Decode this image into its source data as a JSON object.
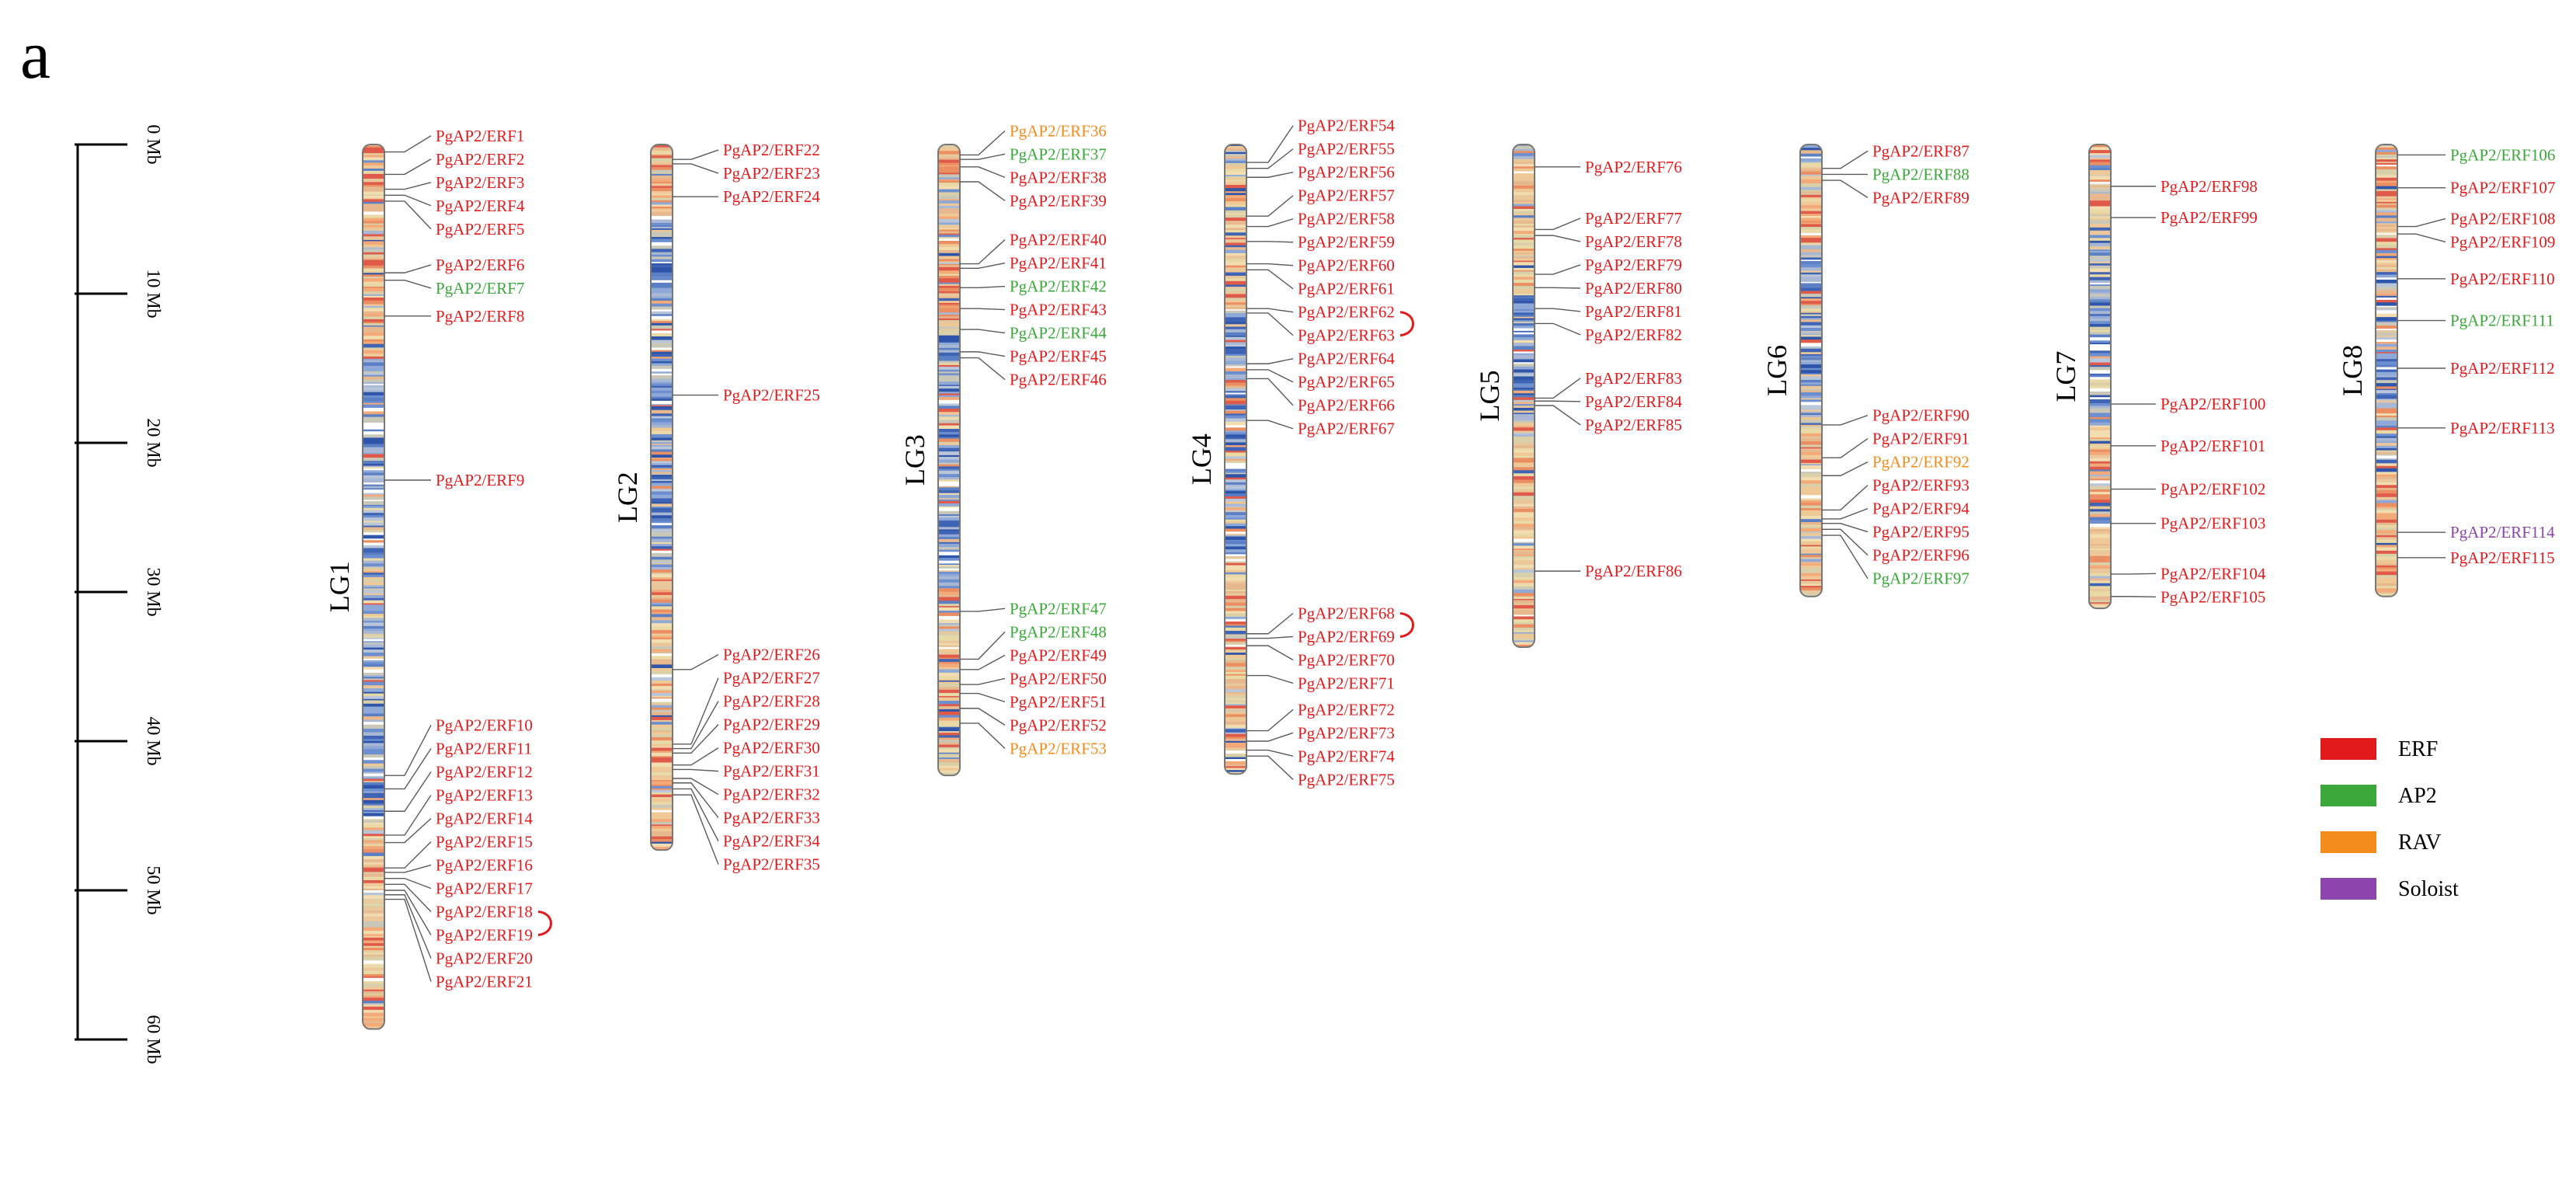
{
  "panel_label": "a",
  "scale": {
    "ticks": [
      "0 Mb",
      "10 Mb",
      "20 Mb",
      "30 Mb",
      "40 Mb",
      "50 Mb",
      "60 Mb"
    ],
    "max_mb": 60
  },
  "colors": {
    "ERF": "#e31a1c",
    "AP2": "#3aa83a",
    "RAV": "#f28c1c",
    "Soloist": "#8e44ad",
    "link": "#e31a1c"
  },
  "legend": [
    {
      "key": "ERF",
      "label": "ERF"
    },
    {
      "key": "AP2",
      "label": "AP2"
    },
    {
      "key": "RAV",
      "label": "RAV"
    },
    {
      "key": "Soloist",
      "label": "Soloist"
    }
  ],
  "chromosomes": [
    {
      "name": "LG1",
      "length_mb": 59.3,
      "seed": 11,
      "dense_start": 0.24,
      "dense_end": 0.76,
      "genes": [
        {
          "id": "PgAP2/ERF1",
          "pos_mb": 0.5,
          "type": "ERF"
        },
        {
          "id": "PgAP2/ERF2",
          "pos_mb": 2.0,
          "type": "ERF"
        },
        {
          "id": "PgAP2/ERF3",
          "pos_mb": 3.0,
          "type": "ERF"
        },
        {
          "id": "PgAP2/ERF4",
          "pos_mb": 3.4,
          "type": "ERF"
        },
        {
          "id": "PgAP2/ERF5",
          "pos_mb": 3.8,
          "type": "ERF"
        },
        {
          "id": "PgAP2/ERF6",
          "pos_mb": 8.6,
          "type": "ERF"
        },
        {
          "id": "PgAP2/ERF7",
          "pos_mb": 9.1,
          "type": "AP2"
        },
        {
          "id": "PgAP2/ERF8",
          "pos_mb": 11.5,
          "type": "ERF"
        },
        {
          "id": "PgAP2/ERF9",
          "pos_mb": 22.5,
          "type": "ERF"
        },
        {
          "id": "PgAP2/ERF10",
          "pos_mb": 42.3,
          "type": "ERF"
        },
        {
          "id": "PgAP2/ERF11",
          "pos_mb": 43.2,
          "type": "ERF"
        },
        {
          "id": "PgAP2/ERF12",
          "pos_mb": 44.7,
          "type": "ERF"
        },
        {
          "id": "PgAP2/ERF13",
          "pos_mb": 46.3,
          "type": "ERF"
        },
        {
          "id": "PgAP2/ERF14",
          "pos_mb": 46.8,
          "type": "ERF"
        },
        {
          "id": "PgAP2/ERF15",
          "pos_mb": 48.5,
          "type": "ERF"
        },
        {
          "id": "PgAP2/ERF16",
          "pos_mb": 48.8,
          "type": "ERF"
        },
        {
          "id": "PgAP2/ERF17",
          "pos_mb": 49.2,
          "type": "ERF"
        },
        {
          "id": "PgAP2/ERF18",
          "pos_mb": 49.6,
          "type": "ERF"
        },
        {
          "id": "PgAP2/ERF19",
          "pos_mb": 50.0,
          "type": "ERF"
        },
        {
          "id": "PgAP2/ERF20",
          "pos_mb": 50.3,
          "type": "ERF"
        },
        {
          "id": "PgAP2/ERF21",
          "pos_mb": 50.6,
          "type": "ERF"
        }
      ],
      "links": [
        [
          "PgAP2/ERF18",
          "PgAP2/ERF19"
        ]
      ]
    },
    {
      "name": "LG2",
      "length_mb": 47.3,
      "seed": 23,
      "dense_start": 0.1,
      "dense_end": 0.6,
      "genes": [
        {
          "id": "PgAP2/ERF22",
          "pos_mb": 1.0,
          "type": "ERF"
        },
        {
          "id": "PgAP2/ERF23",
          "pos_mb": 1.3,
          "type": "ERF"
        },
        {
          "id": "PgAP2/ERF24",
          "pos_mb": 3.5,
          "type": "ERF"
        },
        {
          "id": "PgAP2/ERF25",
          "pos_mb": 16.8,
          "type": "ERF"
        },
        {
          "id": "PgAP2/ERF26",
          "pos_mb": 35.2,
          "type": "ERF"
        },
        {
          "id": "PgAP2/ERF27",
          "pos_mb": 40.2,
          "type": "ERF"
        },
        {
          "id": "PgAP2/ERF28",
          "pos_mb": 40.5,
          "type": "ERF"
        },
        {
          "id": "PgAP2/ERF29",
          "pos_mb": 40.8,
          "type": "ERF"
        },
        {
          "id": "PgAP2/ERF30",
          "pos_mb": 41.6,
          "type": "ERF"
        },
        {
          "id": "PgAP2/ERF31",
          "pos_mb": 41.9,
          "type": "ERF"
        },
        {
          "id": "PgAP2/ERF32",
          "pos_mb": 42.5,
          "type": "ERF"
        },
        {
          "id": "PgAP2/ERF33",
          "pos_mb": 42.8,
          "type": "ERF"
        },
        {
          "id": "PgAP2/ERF34",
          "pos_mb": 43.2,
          "type": "ERF"
        },
        {
          "id": "PgAP2/ERF35",
          "pos_mb": 43.6,
          "type": "ERF"
        }
      ],
      "links": []
    },
    {
      "name": "LG3",
      "length_mb": 42.3,
      "seed": 37,
      "dense_start": 0.3,
      "dense_end": 0.7,
      "genes": [
        {
          "id": "PgAP2/ERF36",
          "pos_mb": 0.7,
          "type": "RAV"
        },
        {
          "id": "PgAP2/ERF37",
          "pos_mb": 1.0,
          "type": "AP2"
        },
        {
          "id": "PgAP2/ERF38",
          "pos_mb": 1.5,
          "type": "ERF"
        },
        {
          "id": "PgAP2/ERF39",
          "pos_mb": 2.5,
          "type": "ERF"
        },
        {
          "id": "PgAP2/ERF40",
          "pos_mb": 8.0,
          "type": "ERF"
        },
        {
          "id": "PgAP2/ERF41",
          "pos_mb": 8.3,
          "type": "ERF"
        },
        {
          "id": "PgAP2/ERF42",
          "pos_mb": 9.6,
          "type": "AP2"
        },
        {
          "id": "PgAP2/ERF43",
          "pos_mb": 11.0,
          "type": "ERF"
        },
        {
          "id": "PgAP2/ERF44",
          "pos_mb": 12.4,
          "type": "AP2"
        },
        {
          "id": "PgAP2/ERF45",
          "pos_mb": 13.9,
          "type": "ERF"
        },
        {
          "id": "PgAP2/ERF46",
          "pos_mb": 14.3,
          "type": "ERF"
        },
        {
          "id": "PgAP2/ERF47",
          "pos_mb": 31.3,
          "type": "AP2"
        },
        {
          "id": "PgAP2/ERF48",
          "pos_mb": 34.5,
          "type": "AP2"
        },
        {
          "id": "PgAP2/ERF49",
          "pos_mb": 35.2,
          "type": "ERF"
        },
        {
          "id": "PgAP2/ERF50",
          "pos_mb": 36.2,
          "type": "ERF"
        },
        {
          "id": "PgAP2/ERF51",
          "pos_mb": 36.8,
          "type": "ERF"
        },
        {
          "id": "PgAP2/ERF52",
          "pos_mb": 37.8,
          "type": "ERF"
        },
        {
          "id": "PgAP2/ERF53",
          "pos_mb": 38.8,
          "type": "RAV"
        }
      ],
      "links": []
    },
    {
      "name": "LG4",
      "length_mb": 42.2,
      "seed": 53,
      "dense_start": 0.26,
      "dense_end": 0.66,
      "genes": [
        {
          "id": "PgAP2/ERF54",
          "pos_mb": 1.2,
          "type": "ERF"
        },
        {
          "id": "PgAP2/ERF55",
          "pos_mb": 1.6,
          "type": "ERF"
        },
        {
          "id": "PgAP2/ERF56",
          "pos_mb": 2.2,
          "type": "ERF"
        },
        {
          "id": "PgAP2/ERF57",
          "pos_mb": 4.8,
          "type": "ERF"
        },
        {
          "id": "PgAP2/ERF58",
          "pos_mb": 5.5,
          "type": "ERF"
        },
        {
          "id": "PgAP2/ERF59",
          "pos_mb": 6.5,
          "type": "ERF"
        },
        {
          "id": "PgAP2/ERF60",
          "pos_mb": 8.0,
          "type": "ERF"
        },
        {
          "id": "PgAP2/ERF61",
          "pos_mb": 8.4,
          "type": "ERF"
        },
        {
          "id": "PgAP2/ERF62",
          "pos_mb": 11.0,
          "type": "ERF"
        },
        {
          "id": "PgAP2/ERF63",
          "pos_mb": 11.3,
          "type": "ERF"
        },
        {
          "id": "PgAP2/ERF64",
          "pos_mb": 14.7,
          "type": "ERF"
        },
        {
          "id": "PgAP2/ERF65",
          "pos_mb": 15.1,
          "type": "ERF"
        },
        {
          "id": "PgAP2/ERF66",
          "pos_mb": 15.7,
          "type": "ERF"
        },
        {
          "id": "PgAP2/ERF67",
          "pos_mb": 18.5,
          "type": "ERF"
        },
        {
          "id": "PgAP2/ERF68",
          "pos_mb": 32.8,
          "type": "ERF"
        },
        {
          "id": "PgAP2/ERF69",
          "pos_mb": 33.1,
          "type": "ERF"
        },
        {
          "id": "PgAP2/ERF70",
          "pos_mb": 33.6,
          "type": "ERF"
        },
        {
          "id": "PgAP2/ERF71",
          "pos_mb": 35.6,
          "type": "ERF"
        },
        {
          "id": "PgAP2/ERF72",
          "pos_mb": 39.3,
          "type": "ERF"
        },
        {
          "id": "PgAP2/ERF73",
          "pos_mb": 40.0,
          "type": "ERF"
        },
        {
          "id": "PgAP2/ERF74",
          "pos_mb": 40.6,
          "type": "ERF"
        },
        {
          "id": "PgAP2/ERF75",
          "pos_mb": 41.0,
          "type": "ERF"
        }
      ],
      "links": [
        [
          "PgAP2/ERF62",
          "PgAP2/ERF63"
        ],
        [
          "PgAP2/ERF68",
          "PgAP2/ERF69"
        ]
      ]
    },
    {
      "name": "LG5",
      "length_mb": 33.7,
      "seed": 71,
      "dense_start": 0.3,
      "dense_end": 0.55,
      "genes": [
        {
          "id": "PgAP2/ERF76",
          "pos_mb": 1.5,
          "type": "ERF"
        },
        {
          "id": "PgAP2/ERF77",
          "pos_mb": 5.7,
          "type": "ERF"
        },
        {
          "id": "PgAP2/ERF78",
          "pos_mb": 6.1,
          "type": "ERF"
        },
        {
          "id": "PgAP2/ERF79",
          "pos_mb": 8.7,
          "type": "ERF"
        },
        {
          "id": "PgAP2/ERF80",
          "pos_mb": 9.6,
          "type": "ERF"
        },
        {
          "id": "PgAP2/ERF81",
          "pos_mb": 11.0,
          "type": "ERF"
        },
        {
          "id": "PgAP2/ERF82",
          "pos_mb": 12.0,
          "type": "ERF"
        },
        {
          "id": "PgAP2/ERF83",
          "pos_mb": 17.0,
          "type": "ERF"
        },
        {
          "id": "PgAP2/ERF84",
          "pos_mb": 17.2,
          "type": "ERF"
        },
        {
          "id": "PgAP2/ERF85",
          "pos_mb": 17.5,
          "type": "ERF"
        },
        {
          "id": "PgAP2/ERF86",
          "pos_mb": 28.6,
          "type": "ERF"
        }
      ],
      "links": []
    },
    {
      "name": "LG6",
      "length_mb": 30.3,
      "seed": 89,
      "dense_start": 0.22,
      "dense_end": 0.62,
      "genes": [
        {
          "id": "PgAP2/ERF87",
          "pos_mb": 1.6,
          "type": "ERF"
        },
        {
          "id": "PgAP2/ERF88",
          "pos_mb": 2.0,
          "type": "AP2"
        },
        {
          "id": "PgAP2/ERF89",
          "pos_mb": 2.4,
          "type": "ERF"
        },
        {
          "id": "PgAP2/ERF90",
          "pos_mb": 18.8,
          "type": "ERF"
        },
        {
          "id": "PgAP2/ERF91",
          "pos_mb": 21.0,
          "type": "ERF"
        },
        {
          "id": "PgAP2/ERF92",
          "pos_mb": 22.2,
          "type": "RAV"
        },
        {
          "id": "PgAP2/ERF93",
          "pos_mb": 24.5,
          "type": "ERF"
        },
        {
          "id": "PgAP2/ERF94",
          "pos_mb": 25.1,
          "type": "ERF"
        },
        {
          "id": "PgAP2/ERF95",
          "pos_mb": 25.4,
          "type": "ERF"
        },
        {
          "id": "PgAP2/ERF96",
          "pos_mb": 25.8,
          "type": "ERF"
        },
        {
          "id": "PgAP2/ERF97",
          "pos_mb": 26.2,
          "type": "AP2"
        }
      ],
      "links": []
    },
    {
      "name": "LG7",
      "length_mb": 31.1,
      "seed": 97,
      "dense_start": 0.2,
      "dense_end": 0.6,
      "genes": [
        {
          "id": "PgAP2/ERF98",
          "pos_mb": 2.8,
          "type": "ERF"
        },
        {
          "id": "PgAP2/ERF99",
          "pos_mb": 4.9,
          "type": "ERF"
        },
        {
          "id": "PgAP2/ERF100",
          "pos_mb": 17.4,
          "type": "ERF"
        },
        {
          "id": "PgAP2/ERF101",
          "pos_mb": 20.2,
          "type": "ERF"
        },
        {
          "id": "PgAP2/ERF102",
          "pos_mb": 23.1,
          "type": "ERF"
        },
        {
          "id": "PgAP2/ERF103",
          "pos_mb": 25.4,
          "type": "ERF"
        },
        {
          "id": "PgAP2/ERF104",
          "pos_mb": 28.8,
          "type": "ERF"
        },
        {
          "id": "PgAP2/ERF105",
          "pos_mb": 30.3,
          "type": "ERF"
        }
      ],
      "links": []
    },
    {
      "name": "LG8",
      "length_mb": 30.3,
      "seed": 113,
      "dense_start": 0.28,
      "dense_end": 0.7,
      "genes": [
        {
          "id": "PgAP2/ERF106",
          "pos_mb": 0.7,
          "type": "AP2"
        },
        {
          "id": "PgAP2/ERF107",
          "pos_mb": 2.9,
          "type": "ERF"
        },
        {
          "id": "PgAP2/ERF108",
          "pos_mb": 5.5,
          "type": "ERF"
        },
        {
          "id": "PgAP2/ERF109",
          "pos_mb": 6.0,
          "type": "ERF"
        },
        {
          "id": "PgAP2/ERF110",
          "pos_mb": 9.0,
          "type": "ERF"
        },
        {
          "id": "PgAP2/ERF111",
          "pos_mb": 11.8,
          "type": "AP2"
        },
        {
          "id": "PgAP2/ERF112",
          "pos_mb": 15.0,
          "type": "ERF"
        },
        {
          "id": "PgAP2/ERF113",
          "pos_mb": 19.0,
          "type": "ERF"
        },
        {
          "id": "PgAP2/ERF114",
          "pos_mb": 26.0,
          "type": "Soloist"
        },
        {
          "id": "PgAP2/ERF115",
          "pos_mb": 27.7,
          "type": "ERF"
        }
      ],
      "links": []
    }
  ]
}
